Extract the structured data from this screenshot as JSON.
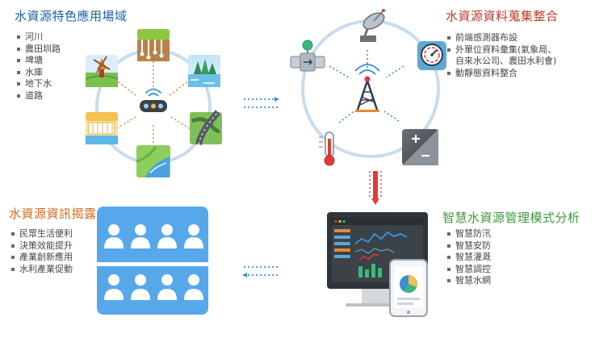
{
  "colors": {
    "circle": "#c9dced",
    "blue_title": "#1f5fa8",
    "red_title": "#c0392b",
    "green_title": "#3c9a3a",
    "orange_title": "#d2691e",
    "dashed_orange": "#e8883a",
    "dashed_blue": "#3b8dd6",
    "arrow_red": "#e03a3a",
    "panel_blue": "#57a8ea"
  },
  "sections": {
    "scenes": {
      "title": "水資源特色應用場域",
      "items": [
        "河川",
        "農田圳路",
        "埤塘",
        "水庫",
        "地下水",
        "道路"
      ]
    },
    "integration": {
      "title": "水資源資料蒐集整合",
      "items": [
        "前端感測器布設",
        "外單位資料彙集(氣象局、",
        "自來水公司、農田水利會)",
        "動靜態資料整合"
      ]
    },
    "disclosure": {
      "title": "水資源資訊揭露",
      "items": [
        "民眾生活便利",
        "決策效能提升",
        "產業創新應用",
        "水利產業促動"
      ]
    },
    "management": {
      "title": "智慧水資源管理模式分析",
      "items": [
        "智慧防汛",
        "智慧安防",
        "智慧灌溉",
        "智慧調控",
        "智慧水網"
      ]
    }
  },
  "icons": {
    "hub": "iot-hub-icon",
    "tower": "radio-tower-icon",
    "satellite": "satellite-dish-icon",
    "gauge": "pressure-gauge-icon",
    "valve": "water-valve-icon",
    "thermometer": "thermometer-icon",
    "battery": "battery-icon",
    "people": "people-audience-icon",
    "dashboard": "dashboard-monitor-icon",
    "tablet": "tablet-chart-icon"
  }
}
